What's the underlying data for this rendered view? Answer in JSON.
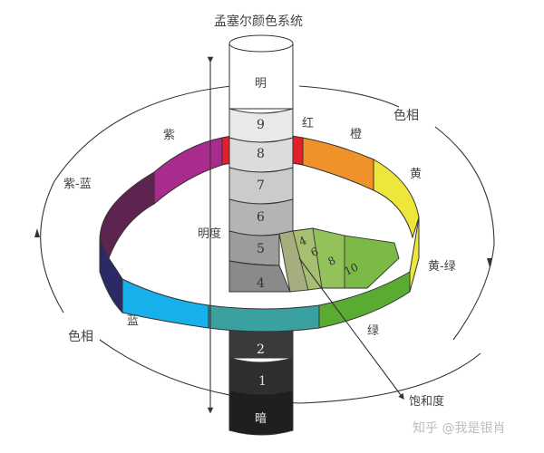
{
  "title": "孟塞尔颜色系统",
  "cylinder": {
    "top_label": "明",
    "bottom_label": "暗",
    "levels": [
      "9",
      "8",
      "7",
      "6",
      "5",
      "4",
      "2",
      "1"
    ],
    "colors": {
      "top": "#ffffff",
      "l9": "#e9e9e9",
      "l8": "#dcdcdc",
      "l7": "#cbcbcb",
      "l6": "#b4b4b4",
      "l5": "#9c9c9c",
      "l4": "#8a8a8a",
      "l2": "#3a3a3a",
      "l1": "#2e2e2e",
      "dark": "#1f1f1f"
    }
  },
  "axis": {
    "value_label": "明度"
  },
  "hues": {
    "red": "红",
    "orange": "橙",
    "yellow": "黄",
    "yellow_green": "黄-绿",
    "green": "绿",
    "blue": "蓝",
    "purple_blue": "紫-蓝",
    "purple": "紫"
  },
  "hue_colors": {
    "red": "#e0202a",
    "orange": "#f0922a",
    "yellow": "#ece73a",
    "green": "#5aab32",
    "blue_green": "#3aa0a0",
    "blue": "#17b0ea",
    "purple_blue": "#2b2a66",
    "purple_dark": "#5e2450",
    "purple": "#a92b8e"
  },
  "hue_orbit_label_top": "色相",
  "hue_orbit_label_bottom": "色相",
  "chroma": {
    "label": "饱和度",
    "steps": [
      "4",
      "6",
      "8",
      "10"
    ]
  },
  "watermark": "知乎 @我是银肖"
}
